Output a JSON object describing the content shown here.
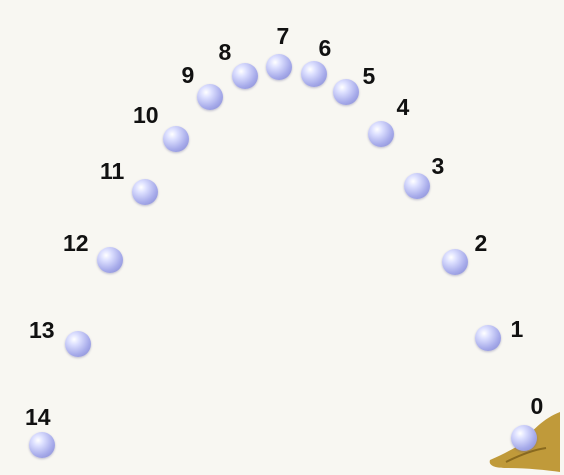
{
  "balls": [
    {
      "label": "0"
    },
    {
      "label": "1"
    },
    {
      "label": "2"
    },
    {
      "label": "3"
    },
    {
      "label": "4"
    },
    {
      "label": "5"
    },
    {
      "label": "6"
    },
    {
      "label": "7"
    },
    {
      "label": "8"
    },
    {
      "label": "9"
    },
    {
      "label": "10"
    },
    {
      "label": "11"
    },
    {
      "label": "12"
    },
    {
      "label": "13"
    },
    {
      "label": "14"
    }
  ],
  "colors": {
    "ball": "#a7abea",
    "hand": "#b7902f",
    "background": "#f8f7f2"
  }
}
